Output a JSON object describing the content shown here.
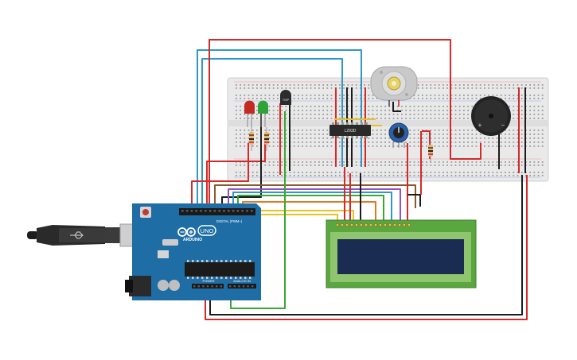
{
  "arduino": {
    "brand": "ARDUINO",
    "model": "UNO",
    "header_digital": "DIGITAL (PWM~)",
    "header_power": "POWER",
    "header_analog": "ANALOG IN"
  },
  "driver_chip": {
    "label": "L293D"
  },
  "temp_sensor": {
    "label": "TMP"
  },
  "buzzer": {
    "plus": "+",
    "minus": "−"
  },
  "colors": {
    "breadboard": "#e9e9e9",
    "arduino_board": "#1f6da5",
    "lcd_pcb": "#5aa63f",
    "lcd_screen": "#1a2c52",
    "wire_red": "#d42a2a",
    "wire_black": "#1c1c1c",
    "wire_blue": "#2f98c9",
    "wire_green": "#3aa832",
    "wire_yellow": "#e6c228",
    "wire_purple": "#9a4fc0",
    "wire_brown": "#8a5a2b",
    "wire_orange": "#e07a22"
  }
}
